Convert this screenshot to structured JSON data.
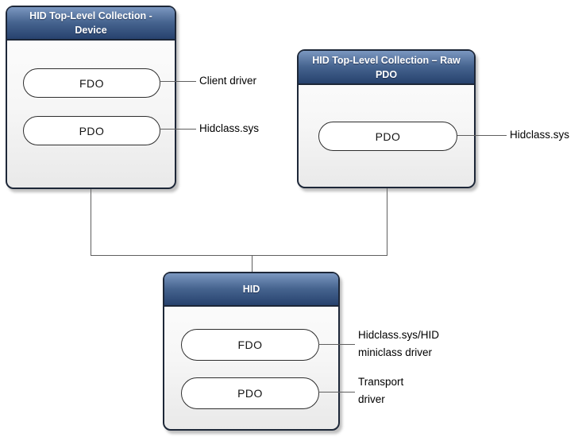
{
  "colors": {
    "canvas_background": "#ffffff",
    "header_gradient_top": "#7b97c0",
    "header_gradient_bottom": "#27426e",
    "box_border": "#1d2738",
    "body_gradient_top": "#fefefe",
    "body_gradient_bottom": "#e9e9e9",
    "pill_fill": "#ffffff",
    "pill_border": "#2e2e2e",
    "connector_line": "#5f5f5f",
    "header_text": "#ffffff",
    "label_text": "#000000"
  },
  "boxes": {
    "device": {
      "title": "HID Top-Level Collection - Device",
      "title_lines": [
        "HID Top-Level Collection -",
        "Device"
      ],
      "pills": [
        {
          "label": "FDO",
          "callout_lines": [
            "Client driver"
          ]
        },
        {
          "label": "PDO",
          "callout_lines": [
            "Hidclass.sys"
          ]
        }
      ]
    },
    "raw_pdo": {
      "title": "HID Top-Level Collection – Raw PDO",
      "title_lines": [
        "HID Top-Level Collection – Raw",
        "PDO"
      ],
      "pills": [
        {
          "label": "PDO",
          "callout_lines": [
            "Hidclass.sys"
          ]
        }
      ]
    },
    "hid": {
      "title": "HID",
      "title_lines": [
        "HID"
      ],
      "pills": [
        {
          "label": "FDO",
          "callout_lines": [
            "Hidclass.sys/HID",
            "miniclass driver"
          ]
        },
        {
          "label": "PDO",
          "callout_lines": [
            "Transport",
            "driver"
          ]
        }
      ]
    }
  }
}
